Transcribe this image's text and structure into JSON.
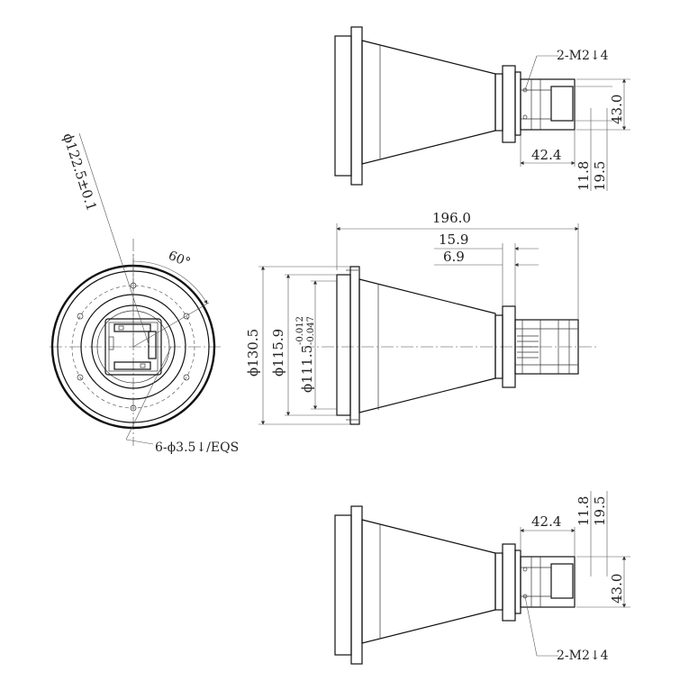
{
  "front_view": {
    "diameter_label": "ϕ122.5±0.1",
    "angle_label": "60°",
    "holes_label": "6-ϕ3.5↓/EQS"
  },
  "side_view": {
    "length_label": "196.0",
    "dim_15_9": "15.9",
    "dim_6_9": "6.9",
    "dia_130_5": "ϕ130.5",
    "dia_115_9": "ϕ115.9",
    "dia_111_5": "ϕ111.5",
    "tol_upper": "-0.012",
    "tol_lower": "-0.047"
  },
  "top_view": {
    "thread_label": "2-M2↓4",
    "dim_42_4": "42.4",
    "dim_43_0": "43.0",
    "dim_11_8": "11.8",
    "dim_19_5": "19.5"
  },
  "bottom_view": {
    "thread_label": "2-M2↓4",
    "dim_42_4": "42.4",
    "dim_43_0": "43.0",
    "dim_11_8": "11.8",
    "dim_19_5": "19.5"
  }
}
